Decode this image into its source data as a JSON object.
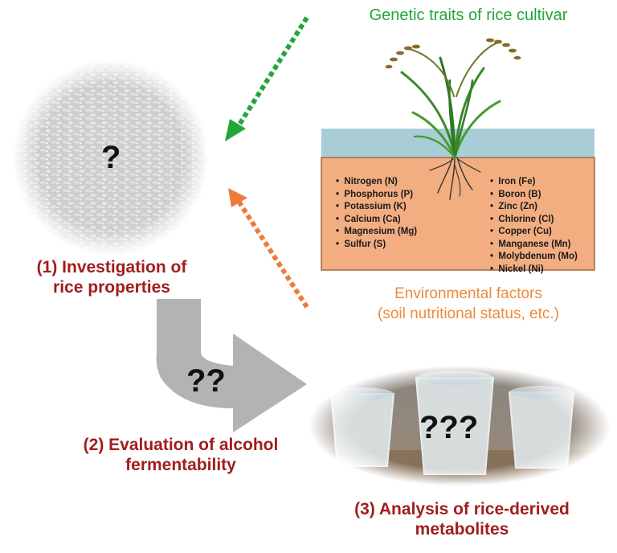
{
  "labels": {
    "genetic": "Genetic traits of rice cultivar",
    "env_line1": "Environmental factors",
    "env_line2": "(soil nutritional status, etc.)",
    "step1_line1": "(1) Investigation of",
    "step1_line2": "rice properties",
    "step2_line1": "(2) Evaluation of alcohol",
    "step2_line2": "fermentability",
    "step3_line1": "(3) Analysis of rice-derived",
    "step3_line2": "metabolites",
    "q1": "?",
    "q2": "??",
    "q3": "???"
  },
  "nutrients": {
    "left": [
      "Nitrogen (N)",
      "Phosphorus (P)",
      "Potassium (K)",
      "Calcium (Ca)",
      "Magnesium (Mg)",
      "Sulfur (S)"
    ],
    "right": [
      "Iron (Fe)",
      "Boron (B)",
      "Zinc (Zn)",
      "Chlorine (Cl)",
      "Copper (Cu)",
      "Manganese (Mn)",
      "Molybdenum (Mo)",
      "Nickel (Ni)"
    ]
  },
  "colors": {
    "title_red": "#a11d1d",
    "genetic_green": "#22a63a",
    "env_orange": "#ee8a3a",
    "soil": "#f2ad80",
    "water": "#a9cdd6",
    "arrow_gray": "#b3b3b3"
  }
}
